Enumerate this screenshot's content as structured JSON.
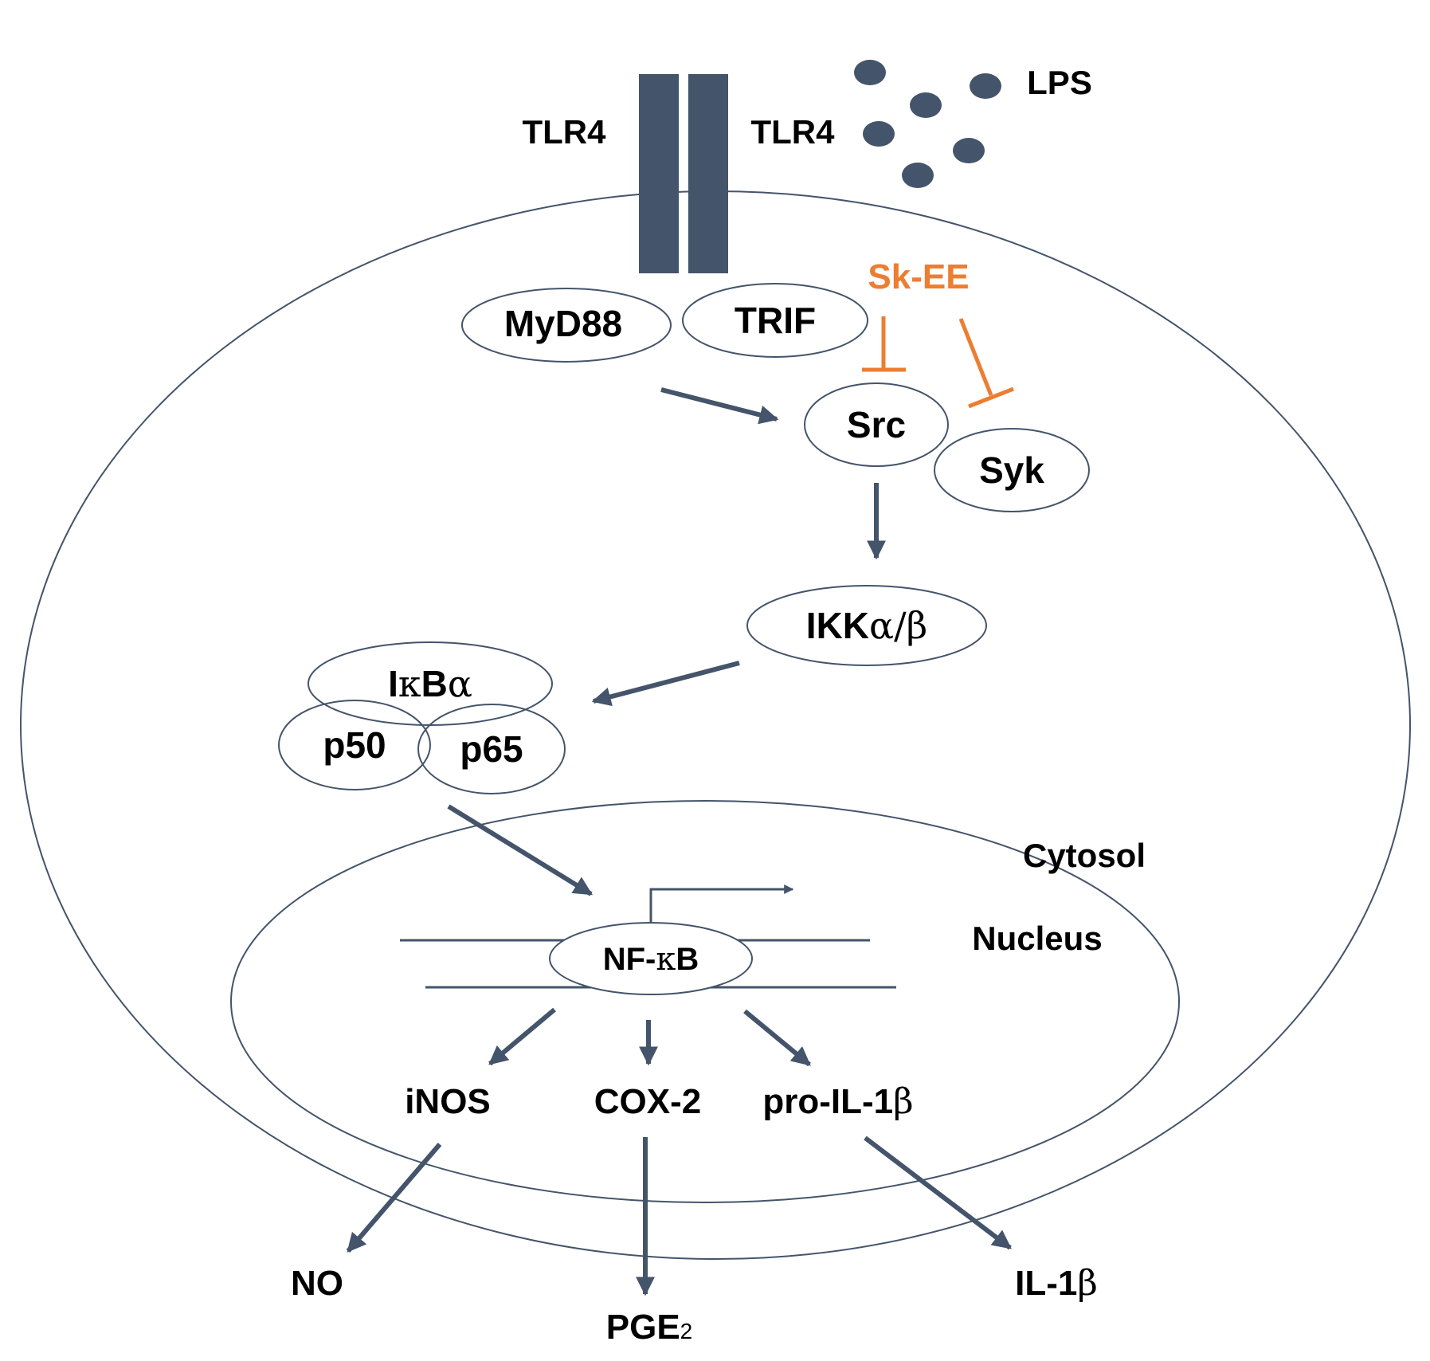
{
  "colors": {
    "dark": "#44546a",
    "inhibitor": "#ed7d31",
    "text": "#000000",
    "background": "#ffffff"
  },
  "receptors": {
    "left_label": "TLR4",
    "right_label": "TLR4"
  },
  "ligand": {
    "label": "LPS",
    "particle_count": 6
  },
  "inhibitor": {
    "label": "Sk-EE"
  },
  "adaptors": {
    "myd88": "MyD88",
    "trif": "TRIF"
  },
  "kinases": {
    "src": "Src",
    "syk": "Syk",
    "ikk_prefix": "IKK",
    "ikk_suffix": "α/β"
  },
  "complex": {
    "ikba_i": "I",
    "ikba_kappa": "κ",
    "ikba_b": "B",
    "ikba_alpha": "α",
    "p50": "p50",
    "p65": "p65"
  },
  "compartments": {
    "cytosol": "Cytosol",
    "nucleus": "Nucleus"
  },
  "nfkb": {
    "prefix": "NF-",
    "kappa": "κ",
    "suffix": "B"
  },
  "genes": {
    "inos": "iNOS",
    "cox2": "COX-2",
    "pro_il1b_prefix": "pro-IL-1",
    "pro_il1b_beta": "β"
  },
  "products": {
    "no": "NO",
    "pge2_main": "PGE",
    "pge2_sub": "2",
    "il1b_prefix": "IL-1",
    "il1b_beta": "β"
  }
}
